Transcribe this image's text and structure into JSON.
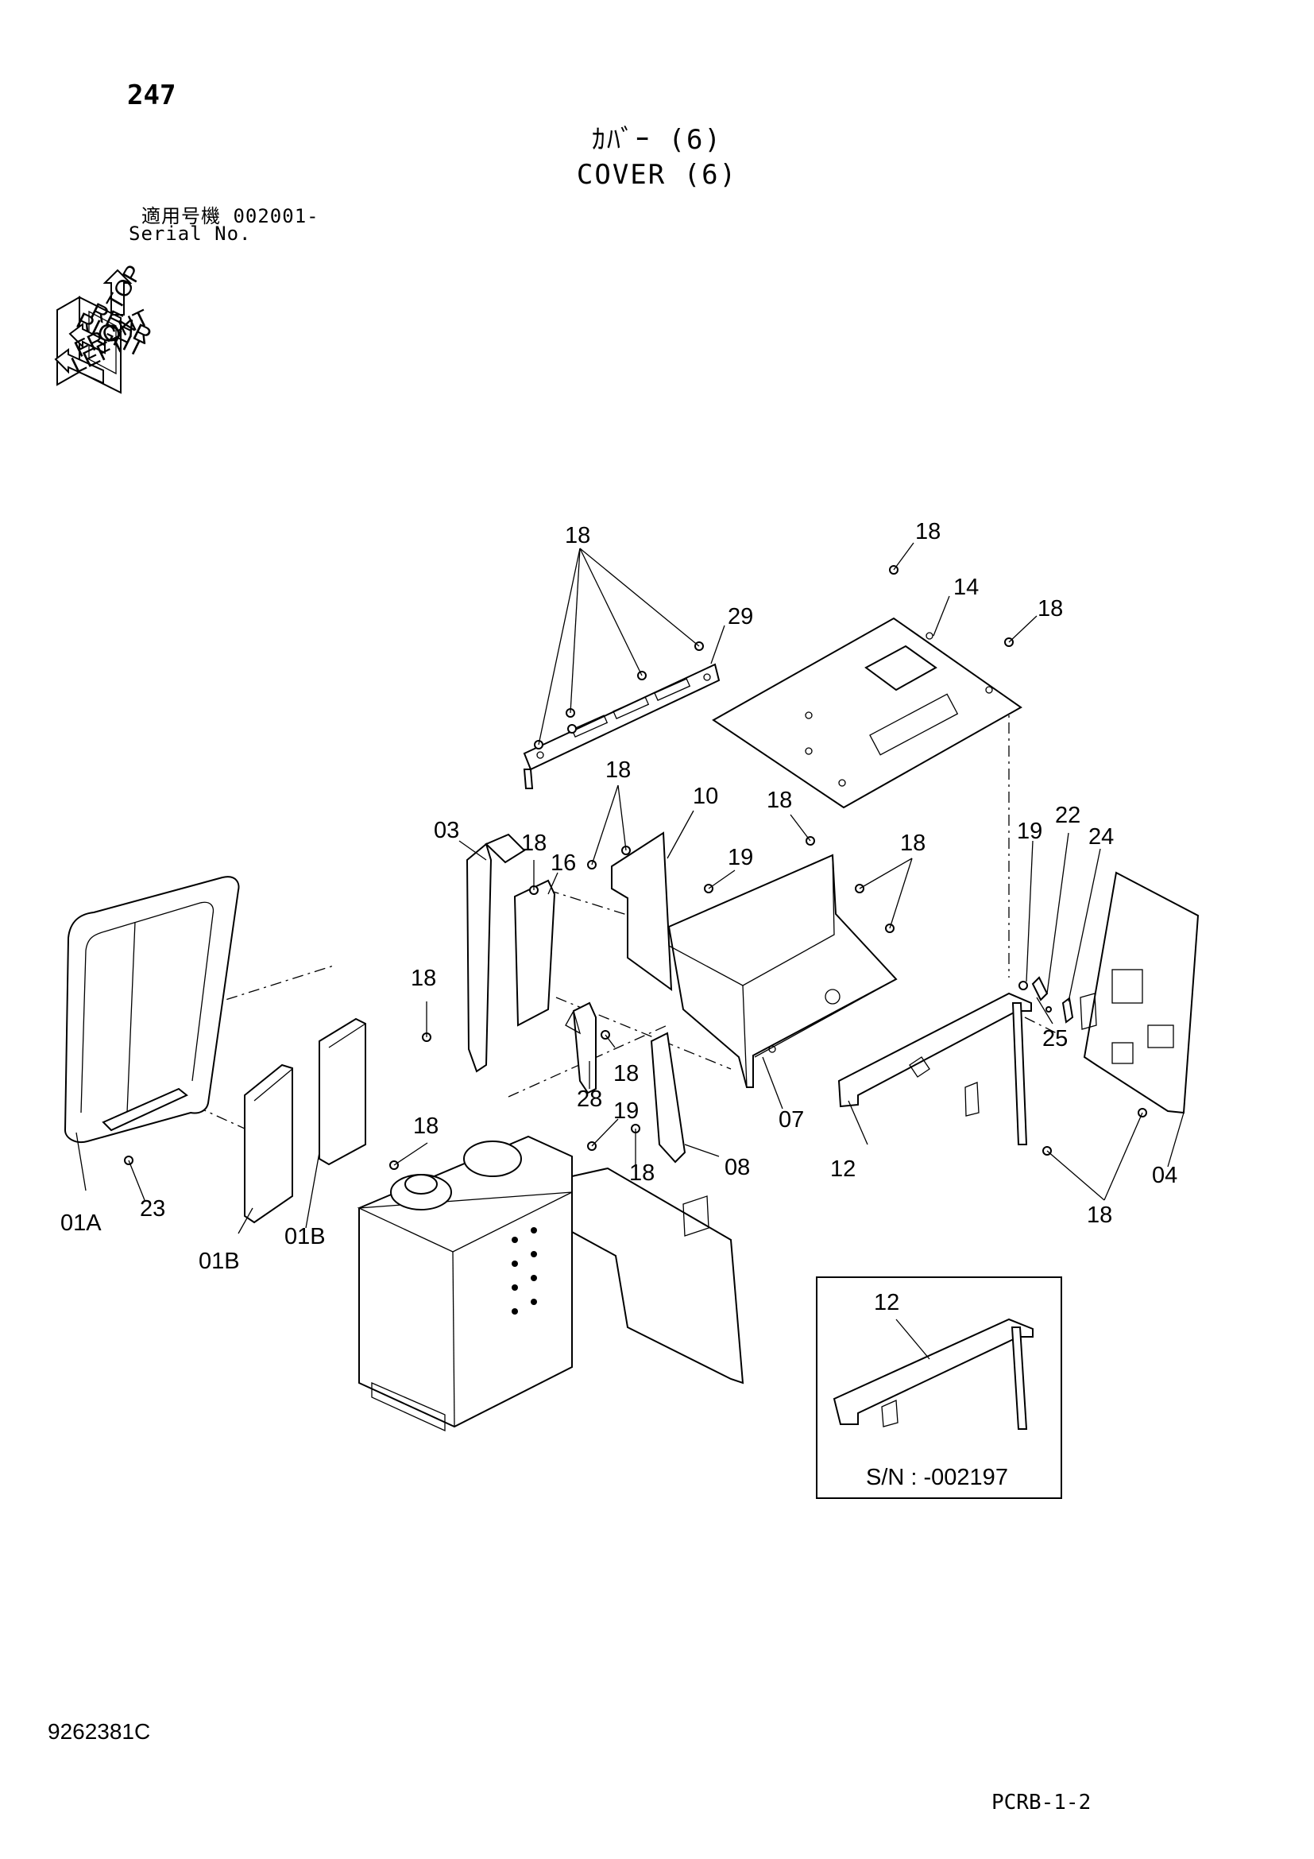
{
  "header": {
    "page_number": "247",
    "title_jp": "ｶﾊﾞｰ (6)",
    "title_en": "COVER (6)",
    "serial_label_jp": "適用号機  002001-",
    "serial_label_en": "Serial No."
  },
  "orientation_icon": {
    "labels": [
      "TOP",
      "RIGHT",
      "REAR",
      "FRONT",
      "LEFT"
    ]
  },
  "callouts": {
    "c18_top": "18",
    "c29": "29",
    "c18_tr": "18",
    "c14": "14",
    "c18_r": "18",
    "c18_mid": "18",
    "c10": "10",
    "c18_m2": "18",
    "c03": "03",
    "c18_l": "18",
    "c16": "16",
    "c19_a": "19",
    "c18_e": "18",
    "c19_b": "19",
    "c22": "22",
    "c24": "24",
    "c18_f": "18",
    "c25": "25",
    "c28": "28",
    "c18_g": "18",
    "c07": "07",
    "c19_c": "19",
    "c18_h": "18",
    "c08": "08",
    "c12": "12",
    "c04": "04",
    "c18_i": "18",
    "c18_j": "18",
    "c01A": "01A",
    "c23": "23",
    "c01B_a": "01B",
    "c01B_b": "01B"
  },
  "inset": {
    "part_label": "12",
    "serial_note": "S/N : -002197"
  },
  "footer": {
    "doc_code": "9262381C",
    "sheet_code": "PCRB-1-2"
  }
}
